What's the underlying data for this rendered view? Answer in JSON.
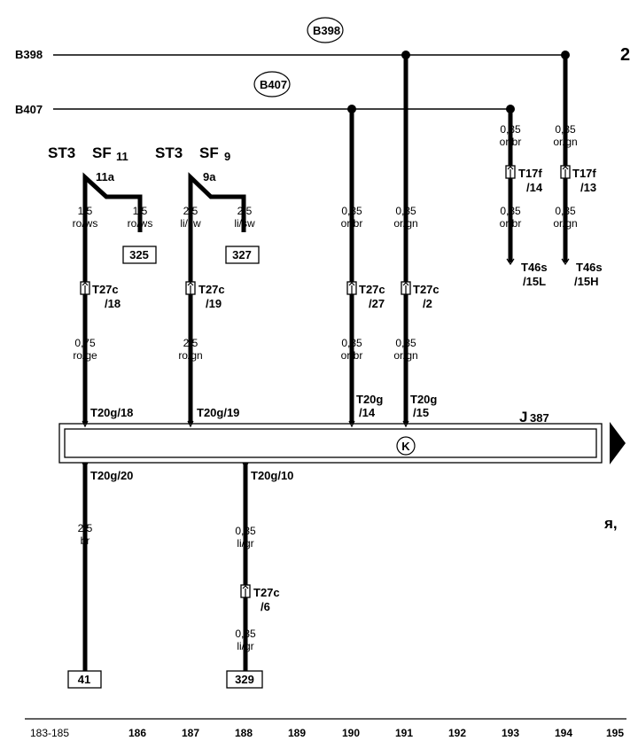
{
  "page_ref": "2",
  "edge_text": "я,",
  "buses": [
    {
      "id": "B398",
      "label": "B398",
      "circle": "B398"
    },
    {
      "id": "B407",
      "label": "B407",
      "circle": "B407"
    }
  ],
  "fuses": [
    {
      "group": "ST3",
      "name": "SF",
      "num": "11",
      "contact": "11a"
    },
    {
      "group": "ST3",
      "name": "SF",
      "num": "9",
      "contact": "9a"
    }
  ],
  "wire_labels": [
    {
      "id": "w186a",
      "size": "1,5",
      "color": "ro/ws"
    },
    {
      "id": "w187a",
      "size": "1,5",
      "color": "ro/ws"
    },
    {
      "id": "w187b",
      "size": "2,5",
      "color": "li/sw"
    },
    {
      "id": "w188a",
      "size": "2,5",
      "color": "li/sw"
    },
    {
      "id": "w186b",
      "size": "0,75",
      "color": "ro/ge"
    },
    {
      "id": "w187c",
      "size": "2,5",
      "color": "ro/gn"
    },
    {
      "id": "w190a",
      "size": "0,35",
      "color": "or/br"
    },
    {
      "id": "w191a",
      "size": "0,35",
      "color": "or/gn"
    },
    {
      "id": "w190b",
      "size": "0,35",
      "color": "or/br"
    },
    {
      "id": "w191b",
      "size": "0,35",
      "color": "or/gn"
    },
    {
      "id": "w193a",
      "size": "0,35",
      "color": "or/br"
    },
    {
      "id": "w194a",
      "size": "0,35",
      "color": "or/gn"
    },
    {
      "id": "w193b",
      "size": "0,35",
      "color": "or/br"
    },
    {
      "id": "w194b",
      "size": "0,35",
      "color": "or/gn"
    },
    {
      "id": "w186c",
      "size": "2,5",
      "color": "br"
    },
    {
      "id": "w188b",
      "size": "0,35",
      "color": "li/gr"
    },
    {
      "id": "w188c",
      "size": "0,35",
      "color": "li/gr"
    }
  ],
  "connectors": [
    {
      "id": "c1",
      "name": "T27c",
      "pin": "/18"
    },
    {
      "id": "c2",
      "name": "T27c",
      "pin": "/19"
    },
    {
      "id": "c3",
      "name": "T27c",
      "pin": "/27"
    },
    {
      "id": "c4",
      "name": "T27c",
      "pin": "/2"
    },
    {
      "id": "c5",
      "name": "T17f",
      "pin": "/14"
    },
    {
      "id": "c6",
      "name": "T17f",
      "pin": "/13"
    },
    {
      "id": "c7",
      "name": "T27c",
      "pin": "/6"
    }
  ],
  "terminals": [
    {
      "id": "t1",
      "name": "T46s",
      "pin": "/15L"
    },
    {
      "id": "t2",
      "name": "T46s",
      "pin": "/15H"
    }
  ],
  "pins": [
    {
      "id": "p1",
      "text": "T20g/18"
    },
    {
      "id": "p2",
      "text": "T20g/19"
    },
    {
      "id": "p3",
      "name": "T20g",
      "pin": "/14"
    },
    {
      "id": "p4",
      "name": "T20g",
      "pin": "/15"
    },
    {
      "id": "p5",
      "text": "T20g/20"
    },
    {
      "id": "p6",
      "text": "T20g/10"
    }
  ],
  "refs": [
    "325",
    "327",
    "41",
    "329"
  ],
  "module": {
    "name": "J",
    "sub": "387",
    "symbol": "K"
  },
  "columns": [
    "183-185",
    "186",
    "187",
    "188",
    "189",
    "190",
    "191",
    "192",
    "193",
    "194",
    "195"
  ]
}
